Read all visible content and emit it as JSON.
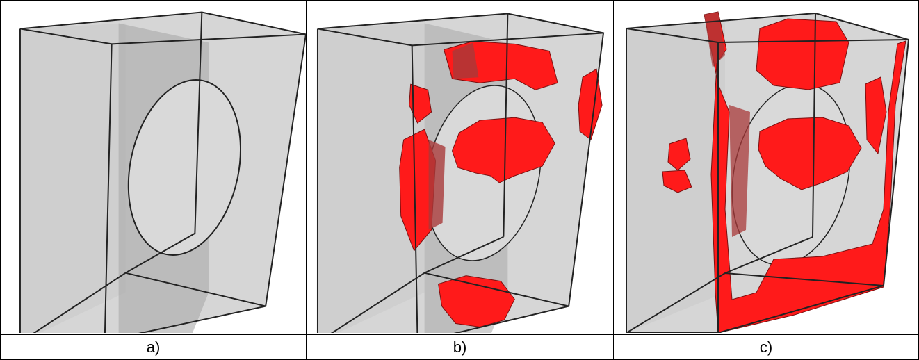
{
  "panels": [
    {
      "id": "a",
      "caption": "a)"
    },
    {
      "id": "b",
      "caption": "b)"
    },
    {
      "id": "c",
      "caption": "c)"
    }
  ],
  "colors": {
    "box_fill": "#d7d7d7",
    "box_face_dark": "#bdbdbd",
    "edge": "#222222",
    "red_region": "#ff1a1a",
    "red_dark": "#a83a3a"
  }
}
